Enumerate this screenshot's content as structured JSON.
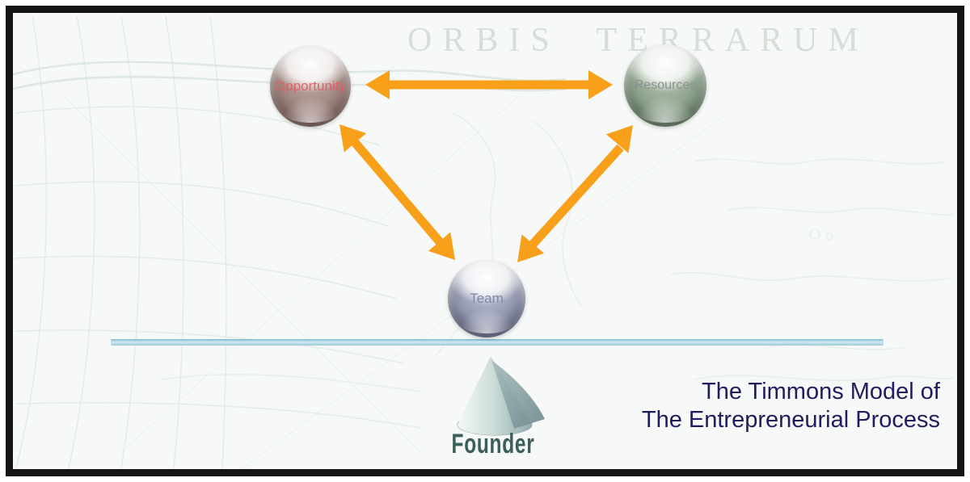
{
  "page": {
    "background_map_title": "ORBIS TERRARUM"
  },
  "title": {
    "line1": "The Timmons Model of",
    "line2": "The Entrepreneurial Process",
    "color": "#1d1d60"
  },
  "nodes": {
    "opportunity": {
      "label": "Opportunity",
      "sphere_color": "#6a4643",
      "label_color": "#e06065"
    },
    "resources": {
      "label": "Resources",
      "sphere_color": "#4a654d",
      "label_color": "#8b9190"
    },
    "team": {
      "label": "Team",
      "sphere_color": "#4d5374",
      "label_color": "#7f86a4"
    }
  },
  "connectors": {
    "color": "#f9a01b",
    "links": [
      {
        "from": "Opportunity",
        "to": "Resources",
        "style": "double-arrow"
      },
      {
        "from": "Opportunity",
        "to": "Team",
        "style": "double-arrow"
      },
      {
        "from": "Team",
        "to": "Resources",
        "style": "double-arrow"
      }
    ]
  },
  "beam": {
    "color": "#a9d2e0"
  },
  "founder": {
    "label": "Founder",
    "label_color": "#3c5e59",
    "shape": "cone"
  }
}
